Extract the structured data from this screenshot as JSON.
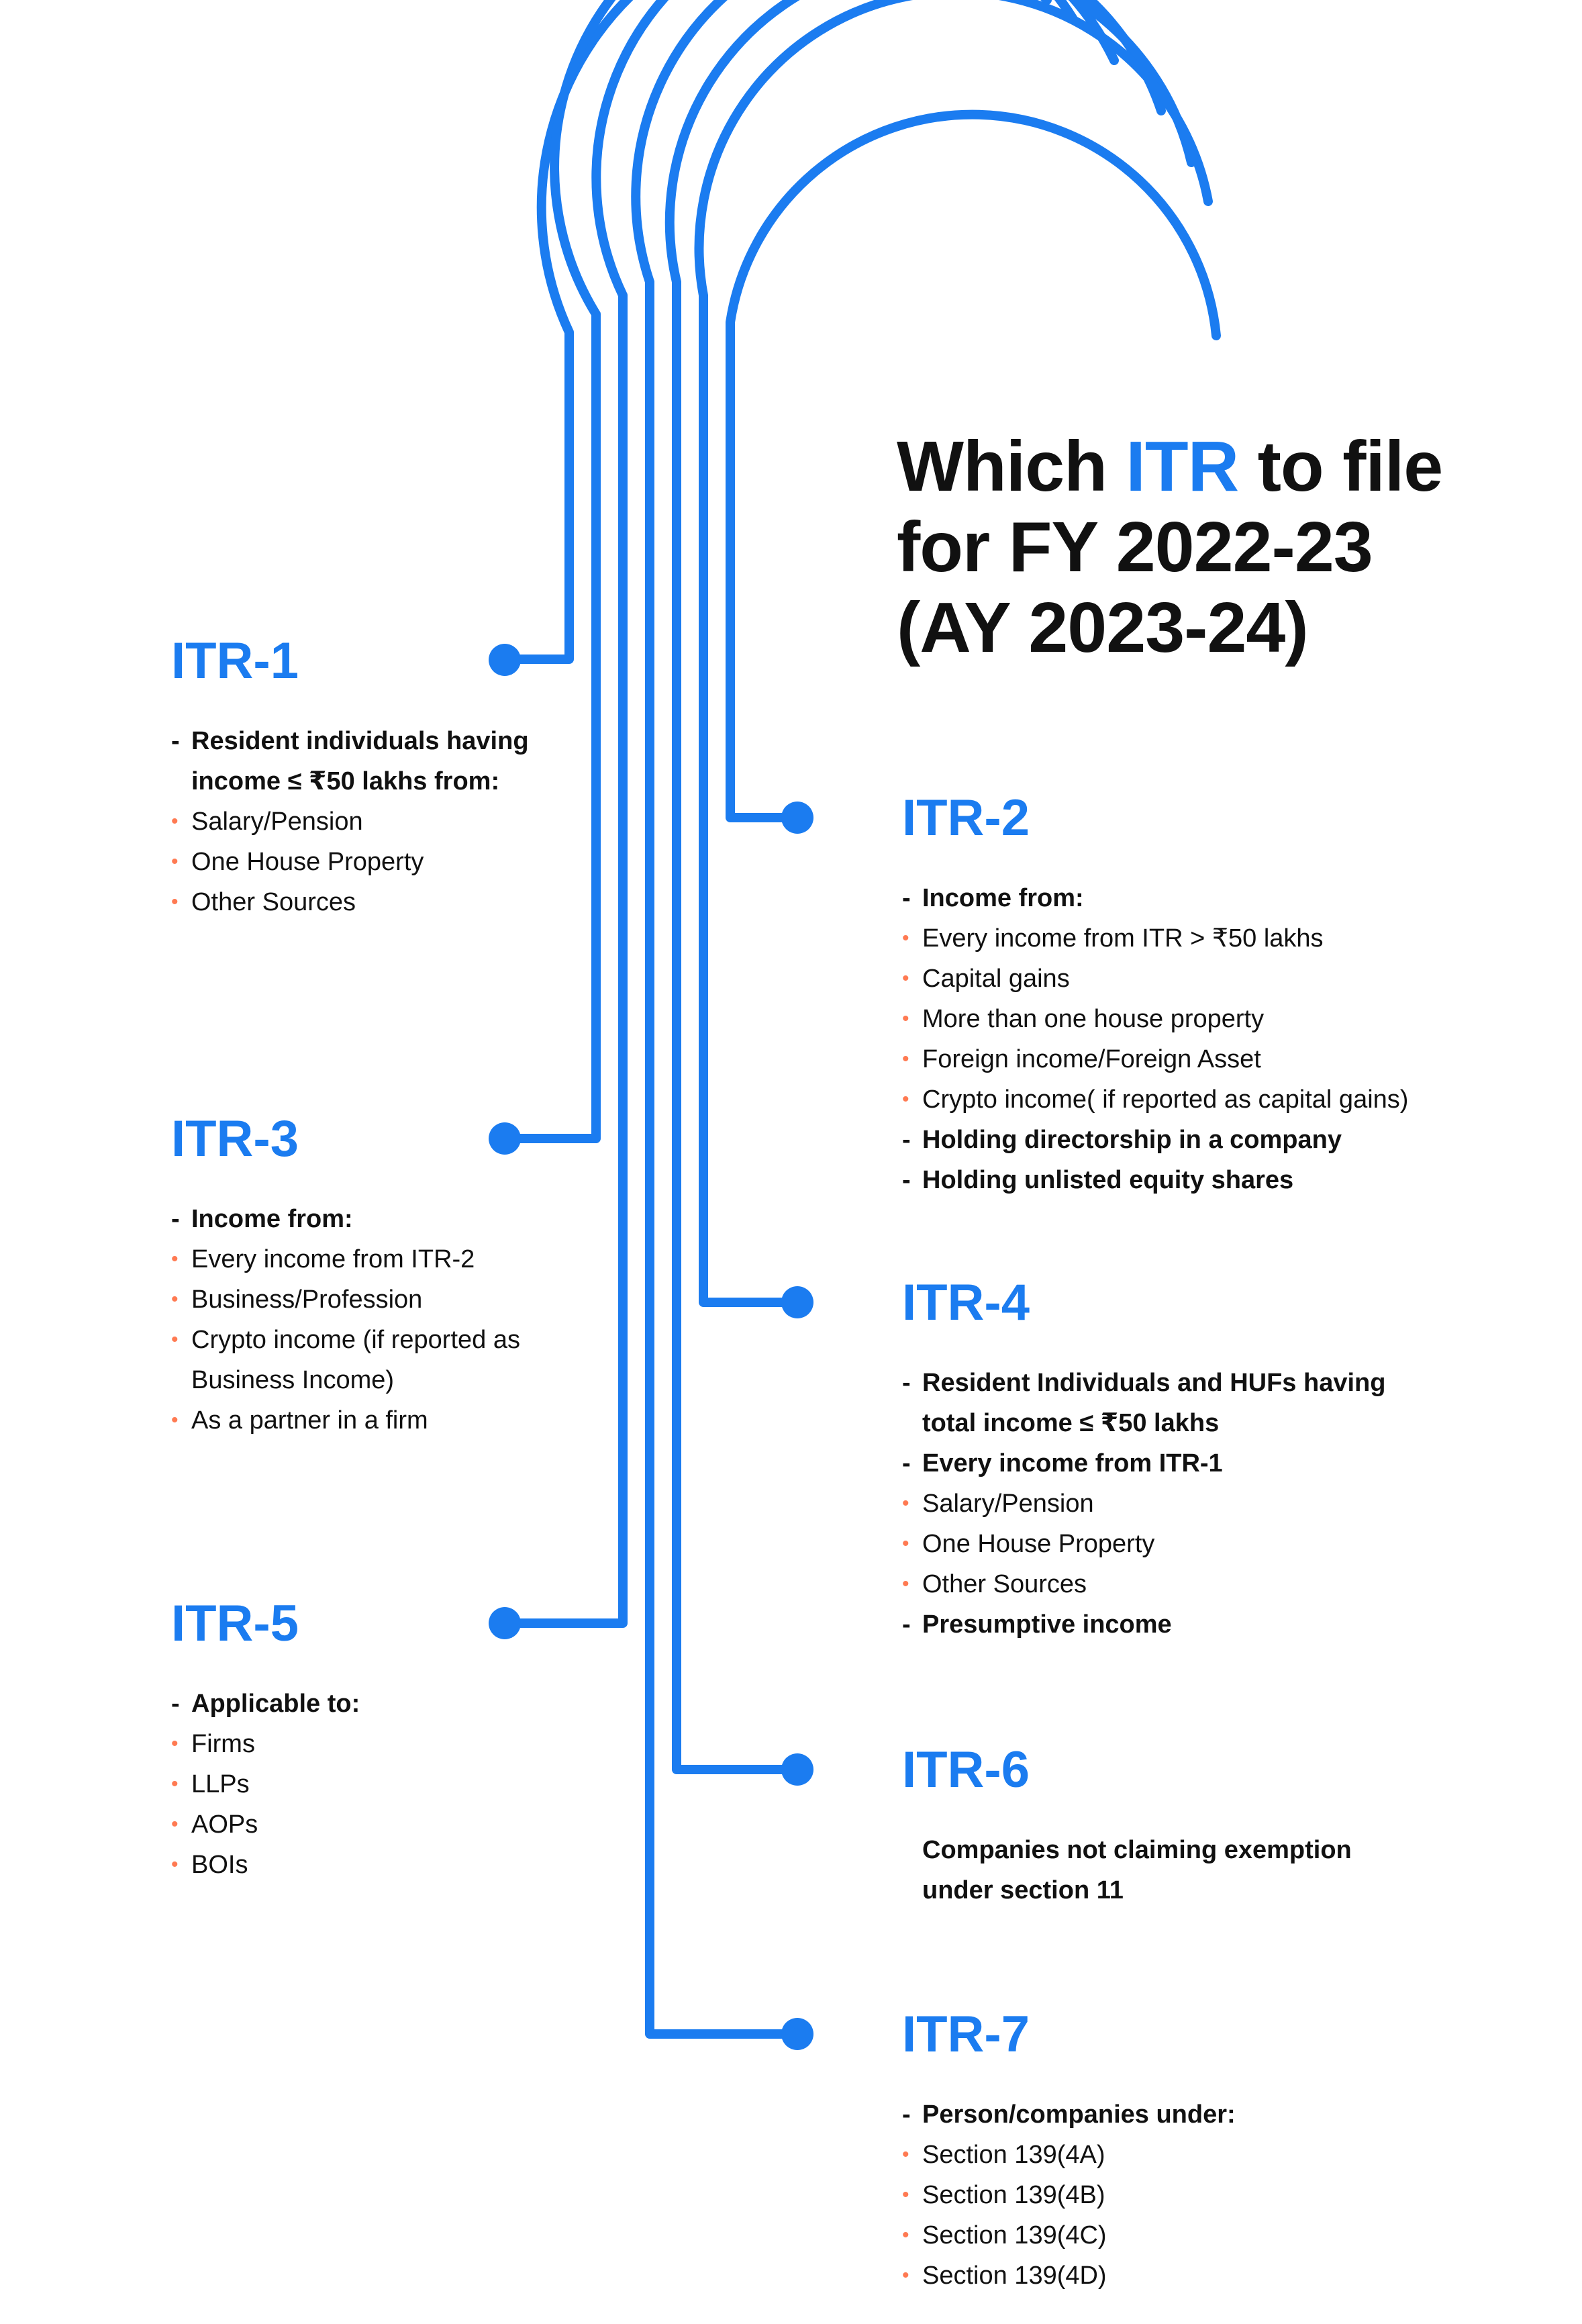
{
  "title": {
    "prefix": "Which ",
    "accent_word": "ITR",
    "suffix": " to file",
    "line2": "for FY 2022-23",
    "line3": "(AY 2023-24)"
  },
  "colors": {
    "accent": "#1b7cf0",
    "bullet": "#ff7a52",
    "text": "#111111",
    "background": "#ffffff"
  },
  "itr1": {
    "heading": "ITR-1",
    "items": [
      {
        "marker": "-",
        "kind": "dash",
        "bold": true,
        "text": "Resident individuals having"
      },
      {
        "marker": "",
        "kind": "cont",
        "bold": true,
        "text": "income ≤ ₹50 lakhs from:"
      },
      {
        "marker": "•",
        "kind": "dot",
        "bold": false,
        "text": "Salary/Pension"
      },
      {
        "marker": "•",
        "kind": "dot",
        "bold": false,
        "text": "One House Property"
      },
      {
        "marker": "•",
        "kind": "dot",
        "bold": false,
        "text": "Other Sources"
      }
    ]
  },
  "itr2": {
    "heading": "ITR-2",
    "items": [
      {
        "marker": "-",
        "kind": "dash",
        "bold": true,
        "text": "Income from:"
      },
      {
        "marker": "•",
        "kind": "dot",
        "bold": false,
        "text": "Every income from ITR > ₹50 lakhs"
      },
      {
        "marker": "•",
        "kind": "dot",
        "bold": false,
        "text": "Capital gains"
      },
      {
        "marker": "•",
        "kind": "dot",
        "bold": false,
        "text": "More than one house property"
      },
      {
        "marker": "•",
        "kind": "dot",
        "bold": false,
        "text": "Foreign income/Foreign Asset"
      },
      {
        "marker": "•",
        "kind": "dot",
        "bold": false,
        "text": "Crypto income( if reported as capital gains)"
      },
      {
        "marker": "-",
        "kind": "dash",
        "bold": true,
        "text": "Holding directorship in a company"
      },
      {
        "marker": "-",
        "kind": "dash",
        "bold": true,
        "text": "Holding unlisted equity shares"
      }
    ]
  },
  "itr3": {
    "heading": "ITR-3",
    "items": [
      {
        "marker": "-",
        "kind": "dash",
        "bold": true,
        "text": "Income from:"
      },
      {
        "marker": "•",
        "kind": "dot",
        "bold": false,
        "text": "Every income from ITR-2"
      },
      {
        "marker": "•",
        "kind": "dot",
        "bold": false,
        "text": "Business/Profession"
      },
      {
        "marker": "•",
        "kind": "dot",
        "bold": false,
        "text": "Crypto income (if reported as"
      },
      {
        "marker": "",
        "kind": "cont",
        "bold": false,
        "text": "Business Income)"
      },
      {
        "marker": "•",
        "kind": "dot",
        "bold": false,
        "text": "As a partner in a firm"
      }
    ]
  },
  "itr4": {
    "heading": "ITR-4",
    "items": [
      {
        "marker": "-",
        "kind": "dash",
        "bold": true,
        "text": "Resident Individuals and HUFs having"
      },
      {
        "marker": "",
        "kind": "cont",
        "bold": true,
        "text": "total income ≤ ₹50 lakhs"
      },
      {
        "marker": "-",
        "kind": "dash",
        "bold": true,
        "text": "Every income from ITR-1"
      },
      {
        "marker": "•",
        "kind": "dot",
        "bold": false,
        "text": "Salary/Pension"
      },
      {
        "marker": "•",
        "kind": "dot",
        "bold": false,
        "text": "One House Property"
      },
      {
        "marker": "•",
        "kind": "dot",
        "bold": false,
        "text": "Other Sources"
      },
      {
        "marker": "-",
        "kind": "dash",
        "bold": true,
        "text": "Presumptive income"
      }
    ]
  },
  "itr5": {
    "heading": "ITR-5",
    "items": [
      {
        "marker": "-",
        "kind": "dash",
        "bold": true,
        "text": "Applicable to:"
      },
      {
        "marker": "•",
        "kind": "dot",
        "bold": false,
        "text": "Firms"
      },
      {
        "marker": "•",
        "kind": "dot",
        "bold": false,
        "text": "LLPs"
      },
      {
        "marker": "•",
        "kind": "dot",
        "bold": false,
        "text": "AOPs"
      },
      {
        "marker": "•",
        "kind": "dot",
        "bold": false,
        "text": "BOIs"
      }
    ]
  },
  "itr6": {
    "heading": "ITR-6",
    "line1": "Companies not claiming exemption",
    "line2": "under section 11"
  },
  "itr7": {
    "heading": "ITR-7",
    "items": [
      {
        "marker": "-",
        "kind": "dash",
        "bold": true,
        "text": "Person/companies under:"
      },
      {
        "marker": "•",
        "kind": "dot",
        "bold": false,
        "text": "Section 139(4A)"
      },
      {
        "marker": "•",
        "kind": "dot",
        "bold": false,
        "text": "Section 139(4B)"
      },
      {
        "marker": "•",
        "kind": "dot",
        "bold": false,
        "text": "Section 139(4C)"
      },
      {
        "marker": "•",
        "kind": "dot",
        "bold": false,
        "text": "Section 139(4D)"
      }
    ]
  }
}
